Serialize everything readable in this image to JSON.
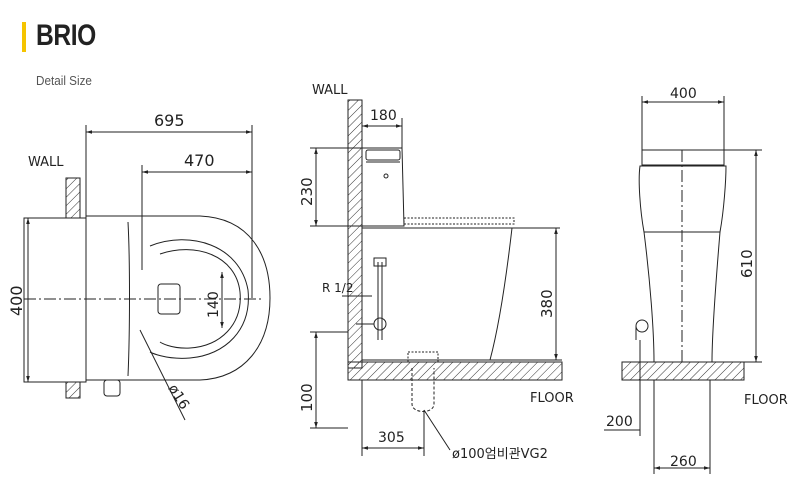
{
  "header": {
    "brand": "BRIO",
    "subtitle": "Detail Size",
    "accent_color": "#f5c400"
  },
  "top_view": {
    "wall_label": "WALL",
    "dim_length": "695",
    "dim_hole": "470",
    "dim_width": "400",
    "dim_inner": "140",
    "dim_pipe": "ø16"
  },
  "side_view": {
    "wall_label": "WALL",
    "dim_top": "180",
    "dim_tank": "230",
    "pipe_label": "R 1/2",
    "dim_height": "380",
    "dim_floor": "100",
    "floor_label": "FLOOR",
    "dim_outlet": "305",
    "drain_label": "ø100엄비관VG2"
  },
  "front_view": {
    "dim_width": "400",
    "dim_height": "610",
    "dim_side": "200",
    "dim_base": "260",
    "floor_label": "FLOOR"
  }
}
